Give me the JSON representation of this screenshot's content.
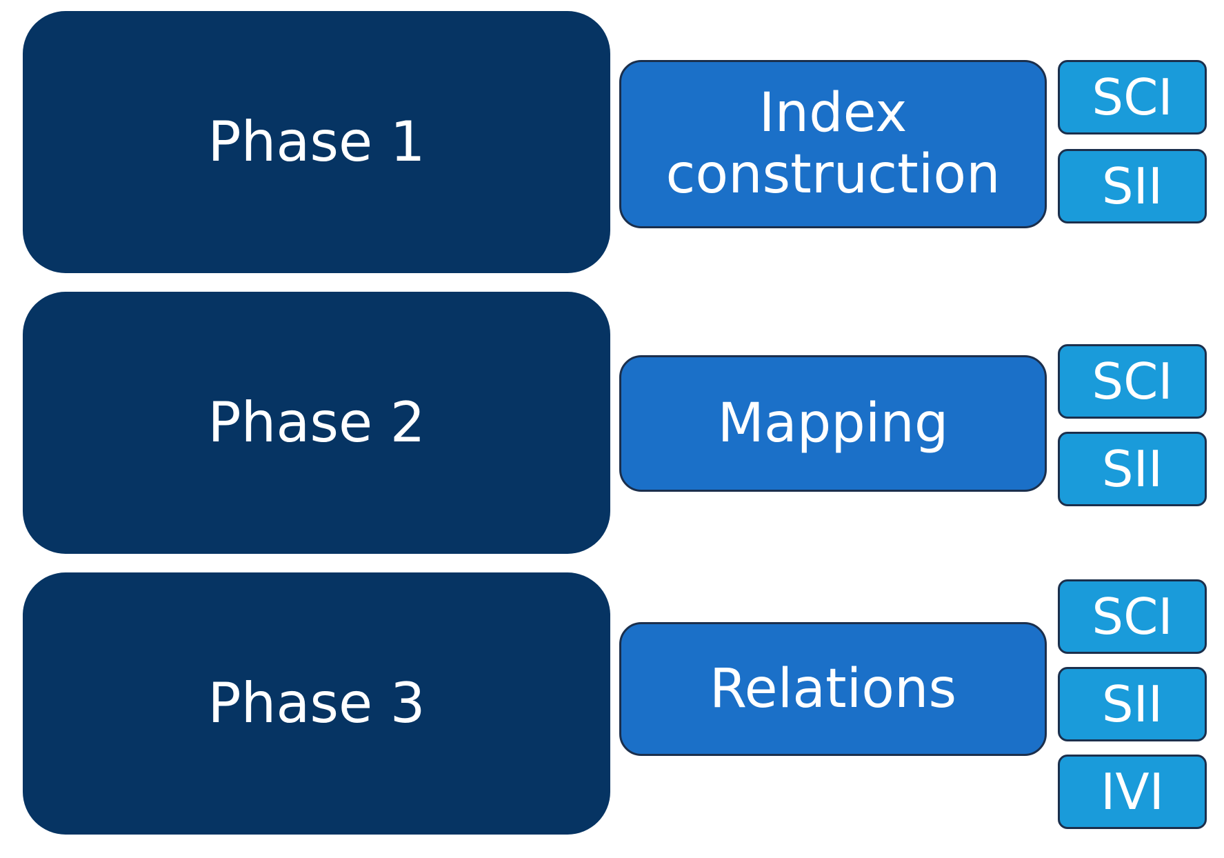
{
  "colors": {
    "phase_fill": "#063463",
    "task_fill": "#1b70c8",
    "badge_fill": "#1a9bda",
    "text": "#ffffff",
    "border": "#1b2f4c"
  },
  "phases": [
    {
      "label": "Phase 1",
      "task": "Index construction",
      "badges": [
        "SCI",
        "SII"
      ]
    },
    {
      "label": "Phase 2",
      "task": "Mapping",
      "badges": [
        "SCI",
        "SII"
      ]
    },
    {
      "label": "Phase 3",
      "task": "Relations",
      "badges": [
        "SCI",
        "SII",
        "IVI"
      ]
    }
  ]
}
